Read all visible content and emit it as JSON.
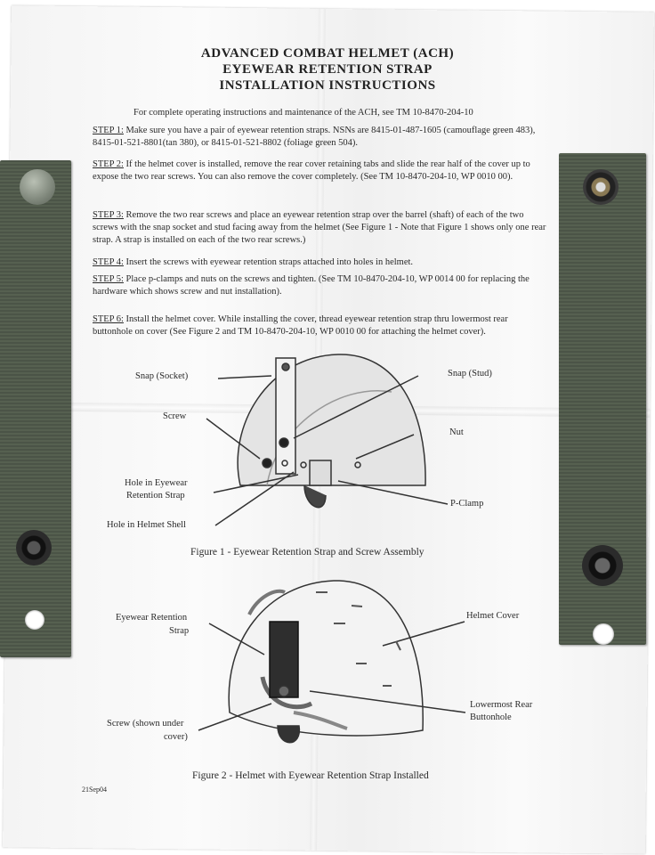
{
  "document": {
    "title_lines": [
      "ADVANCED COMBAT HELMET (ACH)",
      "EYEWEAR RETENTION STRAP",
      "INSTALLATION INSTRUCTIONS"
    ],
    "intro": "For complete operating instructions and maintenance of the ACH, see TM 10-8470-204-10",
    "steps": [
      {
        "label": "STEP 1:",
        "text": " Make sure you have a pair of eyewear retention straps.  NSNs are 8415-01-487-1605 (camouflage green 483), 8415-01-521-8801(tan 380), or 8415-01-521-8802 (foliage green 504)."
      },
      {
        "label": "STEP 2:",
        "text": " If the helmet cover is installed, remove the rear cover retaining tabs and slide the rear half of the cover up to expose the two rear screws.  You can also remove the cover completely. (See TM 10-8470-204-10, WP 0010 00)."
      },
      {
        "label": "STEP 3:",
        "text": " Remove the two rear screws and place an eyewear retention strap over the barrel (shaft) of each of the two screws with the snap socket and stud facing away from the helmet (See Figure 1 - Note that Figure 1 shows only one rear strap.  A strap is installed on each of the two rear screws.)"
      },
      {
        "label": "STEP 4:",
        "text": " Insert the screws with eyewear retention straps attached into holes in helmet."
      },
      {
        "label": "STEP 5:",
        "text": " Place p-clamps and nuts on the screws and tighten. (See TM 10-8470-204-10, WP 0014 00 for replacing the hardware which shows screw and nut installation)."
      },
      {
        "label": "STEP 6:",
        "text": " Install the helmet cover.  While installing the cover, thread eyewear retention strap thru lowermost rear buttonhole on cover (See Figure 2 and TM 10-8470-204-10, WP 0010 00 for attaching the helmet cover)."
      }
    ],
    "figure1": {
      "labels": {
        "snap_socket": "Snap (Socket)",
        "snap_stud": "Snap (Stud)",
        "screw": "Screw",
        "nut": "Nut",
        "hole_strap_1": "Hole in Eyewear",
        "hole_strap_2": "Retention Strap",
        "p_clamp": "P-Clamp",
        "hole_shell": "Hole in Helmet Shell"
      },
      "caption": "Figure 1 -  Eyewear Retention Strap and Screw Assembly"
    },
    "figure2": {
      "labels": {
        "strap_1": "Eyewear Retention",
        "strap_2": "Strap",
        "cover": "Helmet Cover",
        "buttonhole_1": "Lowermost Rear",
        "buttonhole_2": "Buttonhole",
        "screw_1": "Screw (shown under",
        "screw_2": "cover)"
      },
      "caption": "Figure 2 - Helmet with Eyewear Retention Strap Installed"
    },
    "date_code": "21Sep04"
  },
  "colors": {
    "strap": "#4f584b",
    "paper": "#f6f6f6",
    "ink": "#2a2a2a"
  }
}
